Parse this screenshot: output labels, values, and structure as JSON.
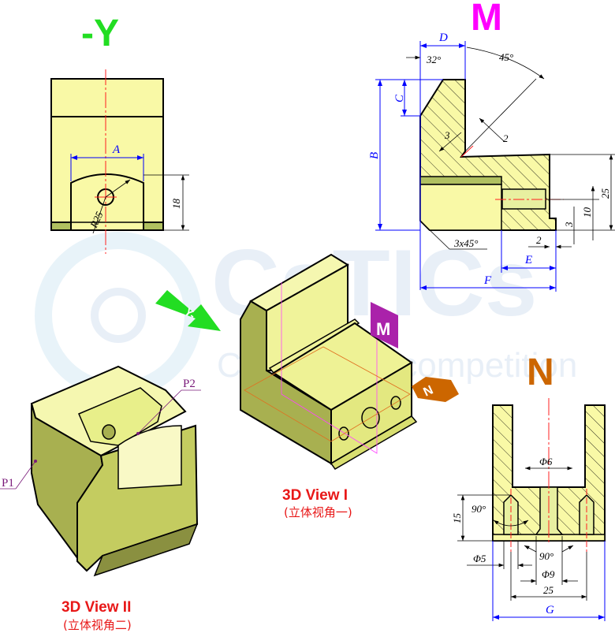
{
  "watermark": {
    "brand": "CaTICs",
    "subtitle": "CAD digital competition"
  },
  "views": {
    "minus_y": {
      "title": "-Y",
      "dims": {
        "a": "A",
        "h18": "18",
        "r25": "R25"
      }
    },
    "m": {
      "title": "M",
      "dims": {
        "b": "B",
        "c": "C",
        "d": "D",
        "e": "E",
        "f": "F",
        "ang32": "32°",
        "ang45": "45°",
        "w3": "3",
        "w2": "2",
        "h25": "25",
        "h10": "10",
        "h3": "3",
        "s2": "2",
        "chamfer": "3x45°"
      }
    },
    "n": {
      "title": "N",
      "dims": {
        "phi6": "Φ6",
        "phi5": "Φ5",
        "phi9": "Φ9",
        "ang90a": "90°",
        "ang90b": "90°",
        "h15": "15",
        "w25": "25",
        "g": "G"
      }
    }
  },
  "view3d_1": {
    "caption": "3D View I",
    "caption_cn": "(立体视角一)",
    "arrow_y": "Y-",
    "tag_m": "M",
    "tag_n": "N"
  },
  "view3d_2": {
    "caption": "3D View II",
    "caption_cn": "(立体视角二)",
    "p1": "P1",
    "p2": "P2"
  },
  "colors": {
    "part": "#f9f9a6",
    "dim_blue": "#0000ff",
    "y_green": "#22dd22",
    "m_magenta": "#ff00ff",
    "n_orange": "#cc6600"
  }
}
